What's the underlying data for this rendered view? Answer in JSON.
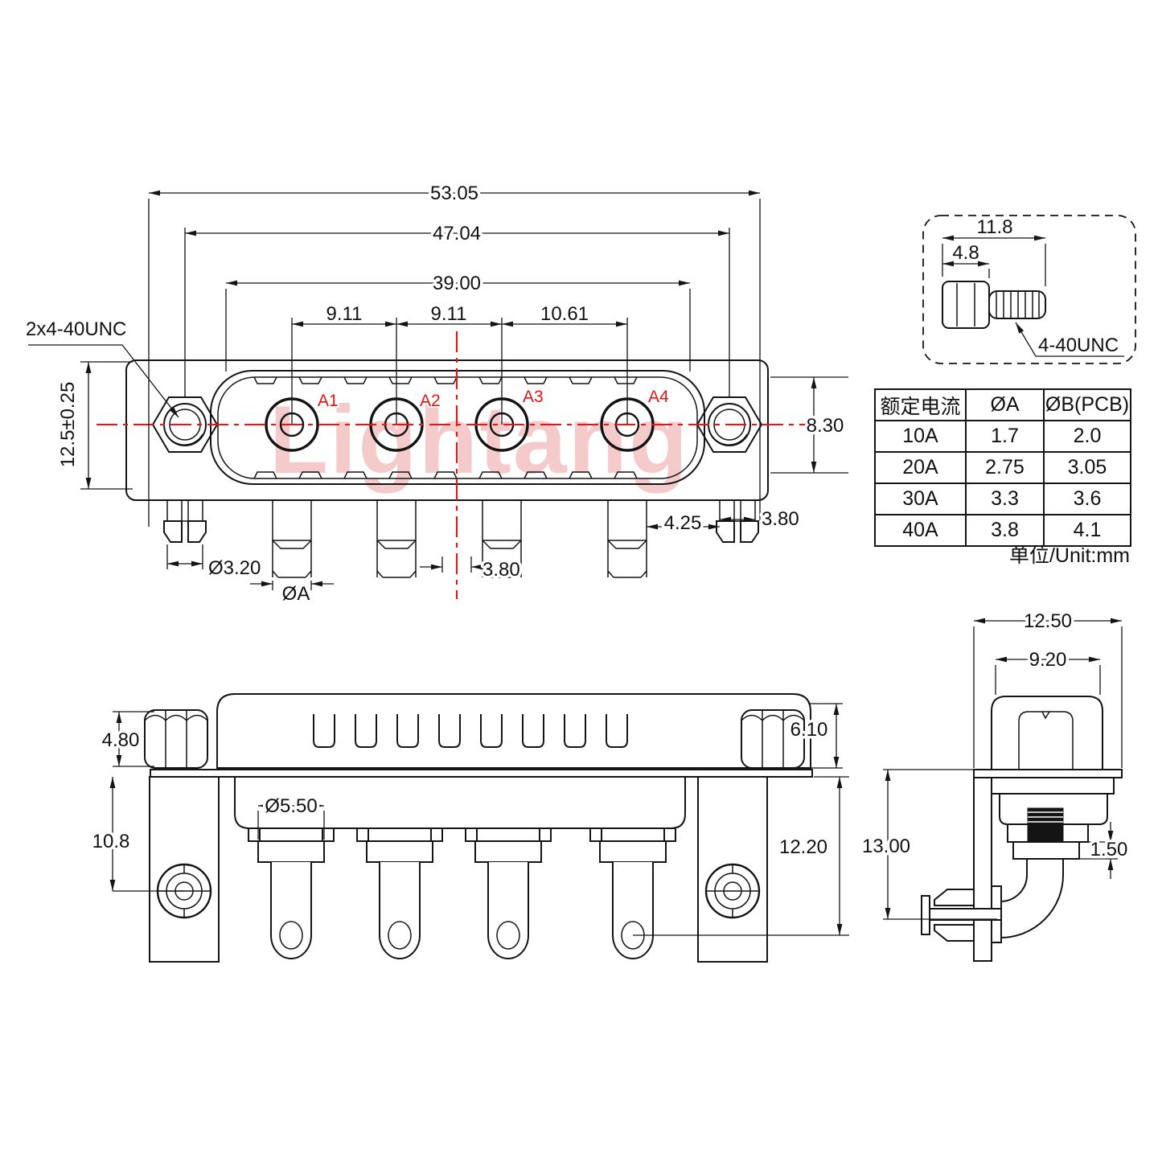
{
  "watermark": {
    "text": "Lightang",
    "color": "#f5caca"
  },
  "colors": {
    "line": "#141414",
    "accent_red": "#ee1313",
    "watermark_pink": "#f5caca",
    "background": "#ffffff"
  },
  "front_view": {
    "thread_note": "2x4-40UNC",
    "contacts": [
      "A1",
      "A2",
      "A3",
      "A4"
    ],
    "dims": {
      "overall_width": "53.05",
      "mount_spacing": "47.04",
      "insert_width": "39.00",
      "pitch_a1_a2": "9.11",
      "pitch_a2_a3": "9.11",
      "pitch_a3_a4": "10.61",
      "body_height": "12.5±0.25",
      "right_height": "8.30",
      "lock_dia": "Ø3.20",
      "pin_dia": "ØA",
      "center_offset": "3.80",
      "gap": "4.25",
      "lock_dia_right": "3.80"
    }
  },
  "screw_detail": {
    "total_length": "11.8",
    "head_length": "4.8",
    "thread_label": "4-40UNC"
  },
  "spec_table": {
    "headers": [
      "额定电流",
      "ØA",
      "ØB(PCB)"
    ],
    "rows": [
      [
        "10A",
        "1.7",
        "2.0"
      ],
      [
        "20A",
        "2.75",
        "3.05"
      ],
      [
        "30A",
        "3.3",
        "3.6"
      ],
      [
        "40A",
        "3.8",
        "4.1"
      ]
    ],
    "unit_note": "单位/Unit:mm"
  },
  "bottom_view": {
    "dims": {
      "nut_height": "4.80",
      "right_height": "6.10",
      "bracket_length": "10.8",
      "shoulder_dia": "Ø5.50",
      "depth": "12.20"
    }
  },
  "side_view": {
    "dims": {
      "flange_width": "12.50",
      "shell_width": "9.20",
      "height": "13.00",
      "washer_thickness": "1.50"
    }
  }
}
